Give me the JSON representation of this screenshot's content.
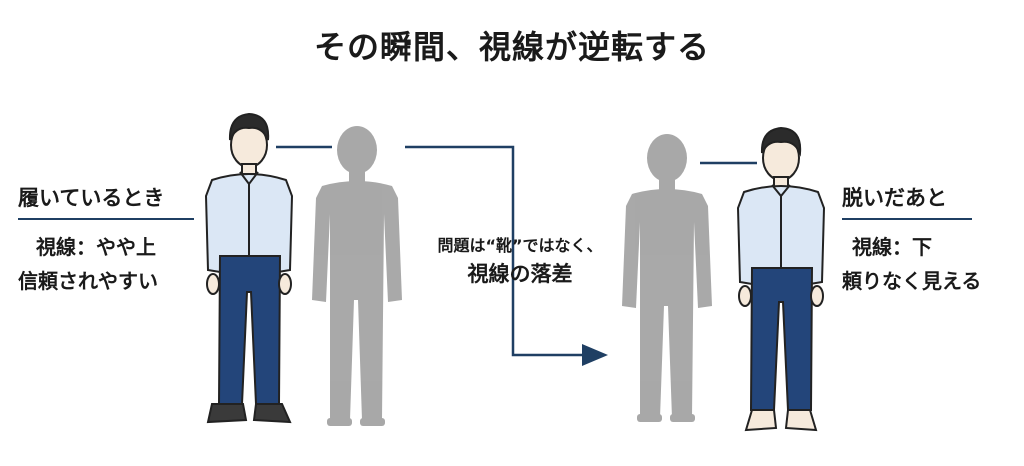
{
  "title": "その瞬間、視線が逆転する",
  "left_panel": {
    "heading": "履いているとき",
    "lines": [
      "視線：やや上",
      "信頼されやすい"
    ]
  },
  "right_panel": {
    "heading": "脱いだあと",
    "lines": [
      "視線：下",
      "頼りなく見える"
    ]
  },
  "center": {
    "line1": "問題は“靴”ではなく、",
    "line2": "視線の落差"
  },
  "colors": {
    "accent": "#1f3f63",
    "shirt": "#dbe7f5",
    "pants": "#23457a",
    "shoes": "#3a3a3a",
    "silhouette": "#9a9a9a",
    "hair": "#2b2b2b",
    "skin": "#f6eadc"
  }
}
